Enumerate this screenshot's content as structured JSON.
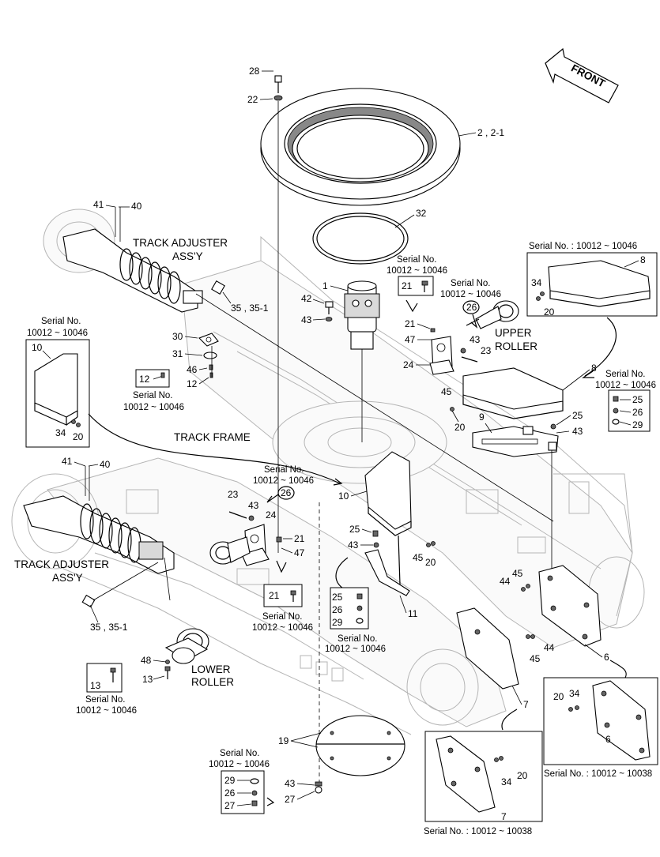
{
  "diagram": {
    "direction": "FRONT",
    "assemblies": {
      "track_adjuster_upper": [
        "TRACK ADJUSTER",
        "ASS'Y"
      ],
      "track_adjuster_lower": [
        "TRACK ADJUSTER",
        "ASS'Y"
      ],
      "track_frame": "TRACK FRAME",
      "upper_roller": [
        "UPPER",
        "ROLLER"
      ],
      "lower_roller": [
        "LOWER",
        "ROLLER"
      ]
    },
    "serial": {
      "prefix": "Serial No.",
      "range_short": "10012 ~ 10046",
      "range_colon_46": "Serial No. : 10012 ~ 10046",
      "range_colon_38": "Serial No. : 10012 ~ 10038"
    },
    "callouts": {
      "c28": "28",
      "c22": "22",
      "c2": "2 , 2-1",
      "c41a": "41",
      "c40a": "40",
      "c32": "32",
      "c1": "1",
      "c42": "42",
      "c43a": "43",
      "c35a": "35 , 35-1",
      "c30": "30",
      "c31": "31",
      "c46": "46",
      "c12a": "12",
      "c12b": "12",
      "c10a": "10",
      "c34a": "34",
      "c20a": "20",
      "c21a": "21",
      "c21b": "21",
      "c47a": "47",
      "c26a": "26",
      "c43b": "43",
      "c23a": "23",
      "c24a": "24",
      "c8a": "8",
      "c34b": "34",
      "c20b": "20",
      "c8b": "8",
      "c45a": "45",
      "c20c": "20",
      "c9": "9",
      "c25a": "25",
      "c43c": "43",
      "c25b": "25",
      "c26b": "26",
      "c29a": "29",
      "c41b": "41",
      "c40b": "40",
      "c23b": "23",
      "c43d": "43",
      "c26c": "26",
      "c24b": "24",
      "c21c": "21",
      "c47b": "47",
      "c10b": "10",
      "c25c": "25",
      "c43e": "43",
      "c45b": "45",
      "c20d": "20",
      "c11": "11",
      "c21d": "21",
      "c25d": "25",
      "c26d": "26",
      "c29b": "29",
      "c35b": "35 , 35-1",
      "c48": "48",
      "c13a": "13",
      "c13b": "13",
      "c44a": "44",
      "c45c": "45",
      "c44b": "44",
      "c45d": "45",
      "c6a": "6",
      "c7a": "7",
      "c20e": "20",
      "c34c": "34",
      "c6b": "6",
      "c19": "19",
      "c29c": "29",
      "c26e": "26",
      "c27a": "27",
      "c43f": "43",
      "c27b": "27",
      "c20f": "20",
      "c34d": "34",
      "c7b": "7"
    }
  }
}
